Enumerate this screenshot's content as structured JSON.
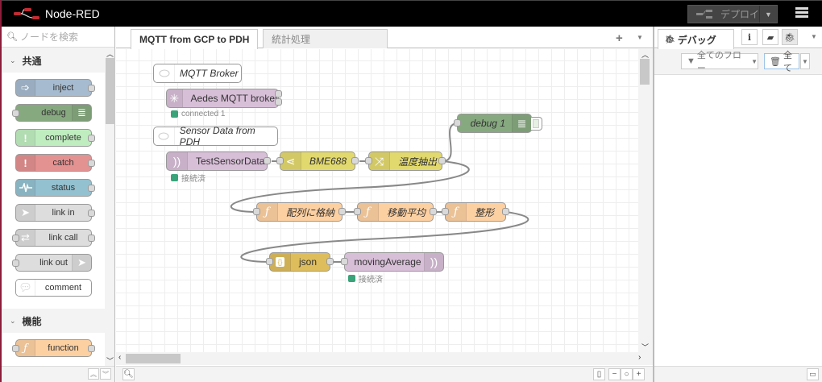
{
  "header": {
    "app_name": "Node-RED",
    "deploy_label": "デプロイ"
  },
  "palette": {
    "search_placeholder": "ノードを検索",
    "categories": [
      {
        "label": "共通",
        "nodes": [
          {
            "label": "inject",
            "color": "#a6bbcf",
            "icon": "inject-icon"
          },
          {
            "label": "debug",
            "color": "#87a980",
            "icon": "debug-icon"
          },
          {
            "label": "complete",
            "color": "#c0edc0",
            "icon": "alert-icon"
          },
          {
            "label": "catch",
            "color": "#e49191",
            "icon": "alert-icon"
          },
          {
            "label": "status",
            "color": "#94c1d0",
            "icon": "status-icon"
          },
          {
            "label": "link in",
            "color": "#dddddd",
            "icon": "link-icon"
          },
          {
            "label": "link call",
            "color": "#dddddd",
            "icon": "link-call-icon"
          },
          {
            "label": "link out",
            "color": "#dddddd",
            "icon": "link-icon"
          },
          {
            "label": "comment",
            "color": "#ffffff",
            "icon": "comment-icon"
          }
        ]
      },
      {
        "label": "機能",
        "nodes": [
          {
            "label": "function",
            "color": "#fdd0a2",
            "icon": "function-icon"
          }
        ]
      }
    ]
  },
  "workspace": {
    "tabs": [
      {
        "label": "MQTT from GCP to PDH",
        "active": true
      },
      {
        "label": "統計処理",
        "active": false
      }
    ],
    "comments": [
      {
        "label": "MQTT Broker"
      },
      {
        "label": "Sensor Data from PDH"
      }
    ],
    "nodes": {
      "aedes": {
        "label": "Aedes MQTT broker",
        "color": "#d8bfd8",
        "status": "connected 1"
      },
      "test_sensor": {
        "label": "TestSensorData",
        "color": "#d8bfd8",
        "status": "接続済"
      },
      "bme688": {
        "label": "BME688",
        "color": "#e2d96e"
      },
      "temp_extract": {
        "label": "温度抽出",
        "color": "#e2d96e"
      },
      "debug1": {
        "label": "debug 1",
        "color": "#87a980"
      },
      "to_array": {
        "label": "配列に格納",
        "color": "#fdd0a2"
      },
      "moving_avg_fn": {
        "label": "移動平均",
        "color": "#fdd0a2"
      },
      "format": {
        "label": "整形",
        "color": "#fdd0a2"
      },
      "json": {
        "label": "json",
        "color": "#debd5c"
      },
      "moving_avg_out": {
        "label": "movingAverage",
        "color": "#d8bfd8",
        "status": "接続済"
      }
    }
  },
  "sidebar": {
    "tab_label": "デバッグ",
    "filter_label": "全てのフロー",
    "clear_label": "全て"
  },
  "colors": {
    "header_bg": "#000000",
    "status_connected": "#3aa37a",
    "wire": "#888888"
  }
}
